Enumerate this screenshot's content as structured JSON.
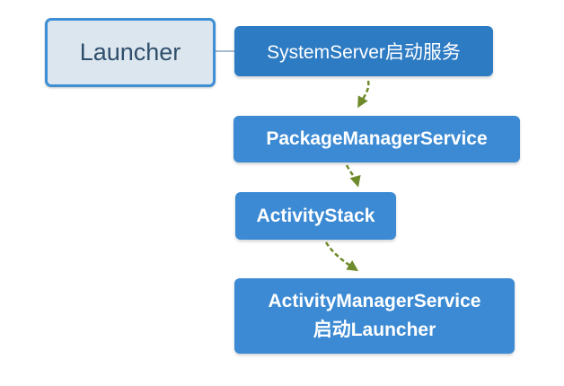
{
  "diagram": {
    "root": {
      "label": "Launcher"
    },
    "nodes": [
      {
        "id": "systemserver",
        "label": "SystemServer启动服务"
      },
      {
        "id": "pms",
        "label": "PackageManagerService"
      },
      {
        "id": "activitystack",
        "label": "ActivityStack"
      },
      {
        "id": "ams",
        "line1": "ActivityManagerService",
        "line2": "启动Launcher"
      }
    ]
  },
  "colors": {
    "arrow": "#6f8a2a",
    "node_blue": "#3c8ad4",
    "node_dark_blue": "#2d7bc3",
    "root_bg": "#dce6ef",
    "root_border": "#3d8fd6"
  }
}
